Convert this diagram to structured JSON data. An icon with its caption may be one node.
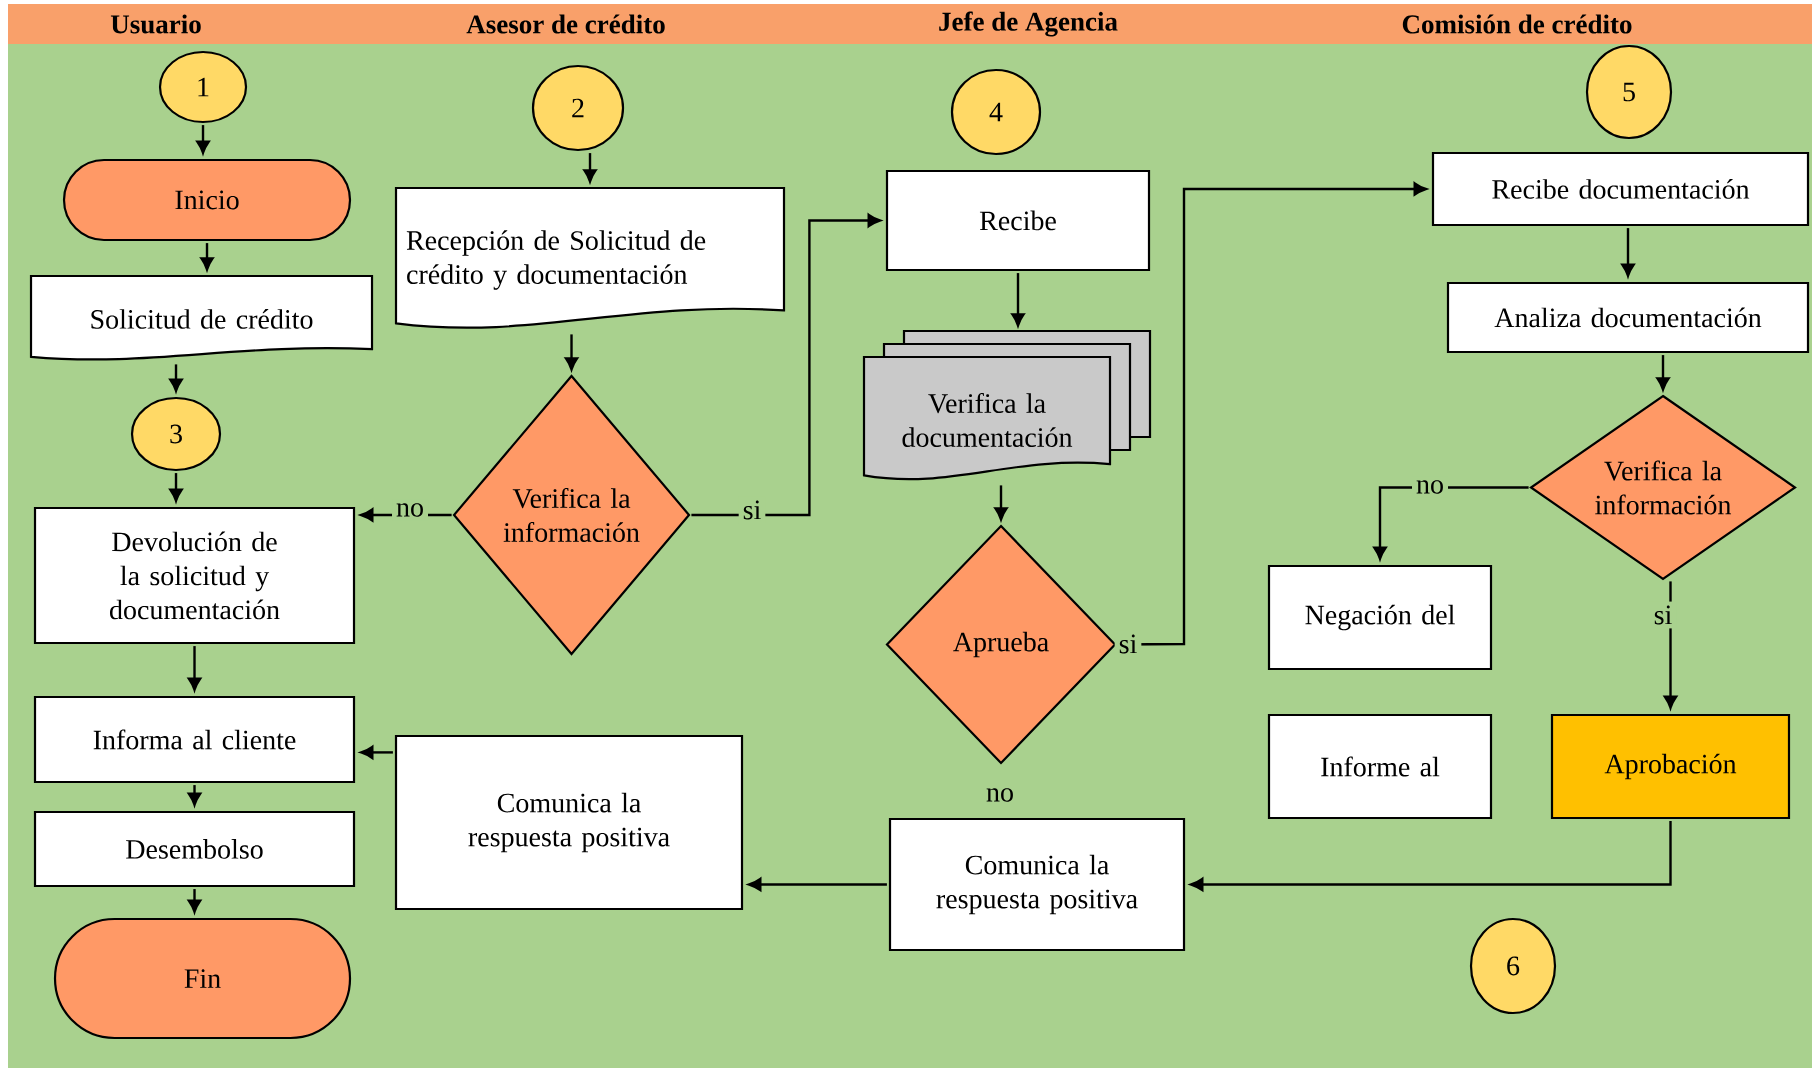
{
  "diagram": {
    "nodes": [
      {
        "text": [
          "1"
        ]
      },
      {
        "text": [
          "Inicio"
        ]
      },
      {
        "text": [
          "Solicitud de crédito"
        ]
      },
      {
        "text": [
          "3"
        ]
      },
      {
        "text": [
          "Devolución de la solicitud y documentación"
        ]
      },
      {
        "text": [
          "Informa al cliente"
        ]
      },
      {
        "text": [
          "Desembolso"
        ]
      },
      {
        "text": [
          "Fin"
        ]
      },
      {
        "text": [
          "2"
        ]
      },
      {
        "text": [
          "Recepción de Solicitud de crédito y documentación"
        ]
      },
      {
        "text": [
          "Verifica la información"
        ]
      },
      {
        "text": [
          "Comunica la respuesta positiva"
        ]
      },
      {
        "text": [
          "4"
        ]
      },
      {
        "text": [
          "Recibe"
        ]
      },
      {
        "text": [
          "Verifica la documentación"
        ]
      },
      {
        "text": [
          "Aprueba"
        ]
      },
      {
        "text": [
          "Comunica la respuesta positiva"
        ]
      },
      {
        "text": [
          "5"
        ]
      },
      {
        "text": [
          "Recibe documentación"
        ]
      },
      {
        "text": [
          "Analiza documentación"
        ]
      },
      {
        "text": [
          "Verifica la información"
        ]
      },
      {
        "text": [
          "Negación del"
        ]
      },
      {
        "text": [
          "Informe al"
        ]
      },
      {
        "text": [
          "Aprobación"
        ]
      },
      {
        "text": [
          "6"
        ]
      }
    ],
    "edges": [
      {
        "from": 0,
        "to": 1,
        "arrow": "to"
      },
      {
        "from": 1,
        "to": 2,
        "arrow": "to"
      },
      {
        "from": 2,
        "to": 3,
        "arrow": "to"
      },
      {
        "from": 3,
        "to": 4,
        "arrow": "to"
      },
      {
        "from": 4,
        "to": 5,
        "arrow": "to"
      },
      {
        "from": 5,
        "to": 6,
        "arrow": "to"
      },
      {
        "from": 6,
        "to": 7,
        "arrow": "to"
      },
      {
        "from": 8,
        "to": 9,
        "arrow": "to"
      },
      {
        "from": 9,
        "to": 10,
        "arrow": "to"
      },
      {
        "from": 10,
        "to": 4,
        "arrow": "to",
        "label": "no"
      },
      {
        "from": 10,
        "to": 13,
        "arrow": "to",
        "label": "si"
      },
      {
        "from": 13,
        "to": 14,
        "arrow": "to"
      },
      {
        "from": 14,
        "to": 15,
        "arrow": "to"
      },
      {
        "from": 15,
        "to": 18,
        "arrow": "to",
        "label": "si"
      },
      {
        "from": 16,
        "to": 11,
        "arrow": "to"
      },
      {
        "from": 11,
        "to": 5,
        "arrow": "to"
      },
      {
        "from": 18,
        "to": 19,
        "arrow": "to"
      },
      {
        "from": 19,
        "to": 20,
        "arrow": "to"
      },
      {
        "from": 20,
        "to": 21,
        "arrow": "to",
        "label": "no"
      },
      {
        "from": 20,
        "to": 23,
        "arrow": "to",
        "label": "si"
      },
      {
        "from": 23,
        "to": 16,
        "arrow": "to"
      }
    ],
    "labels": [
      "Usuario",
      "Asesor de crédito",
      "Jefe de Agencia",
      "Comisión de crédito",
      "no"
    ]
  }
}
